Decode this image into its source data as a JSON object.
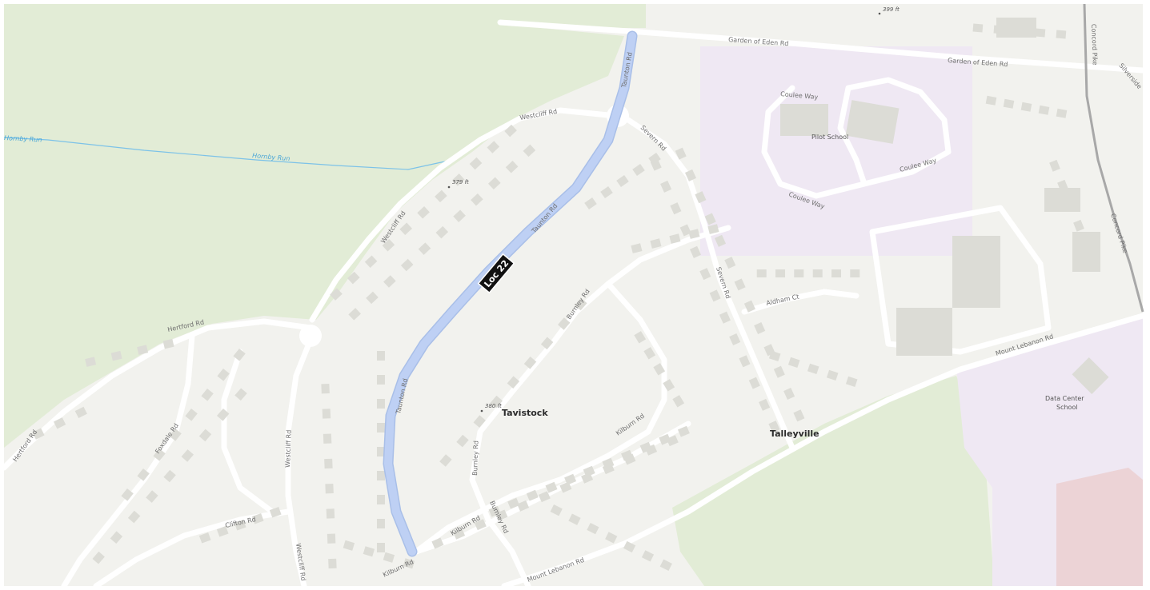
{
  "colors": {
    "land": "#f2f2ee",
    "park": "#e2ecd6",
    "school": "#efe8f3",
    "road": "#ffffff",
    "building": "#dcdcd6",
    "water": "#7cc2e8",
    "highlight": "#bed0f4",
    "major_road": "#a8a8a8",
    "commercial": "#ecd3d6"
  },
  "highlight": {
    "label": "Loc 22"
  },
  "labels": {
    "places": {
      "tavistock": "Tavistock",
      "talleyville": "Talleyville"
    },
    "pois": {
      "pilot_school": "Pilot School",
      "data_center_school_line1": "Data Center",
      "data_center_school_line2": "School"
    },
    "water": {
      "hornby_run_1": "Hornby Run",
      "hornby_run_2": "Hornby Run"
    },
    "elevations": {
      "e1": "379 ft",
      "e2": "380 ft",
      "e3": "399 ft"
    },
    "roads": {
      "garden_of_eden_1": "Garden of Eden Rd",
      "garden_of_eden_2": "Garden of Eden Rd",
      "taunton_1": "Taunton Rd",
      "taunton_2": "Taunton Rd",
      "taunton_3": "Taunton Rd",
      "westcliff_1": "Westcliff Rd",
      "westcliff_2": "Westcliff Rd",
      "westcliff_3": "Westcliff Rd",
      "westcliff_4": "Westcliff Rd",
      "severn_1": "Severn Rd",
      "severn_2": "Severn Rd",
      "coulee_1": "Coulee Way",
      "coulee_2": "Coulee Way",
      "coulee_3": "Coulee Way",
      "hertford_1": "Hertford Rd",
      "hertford_2": "Hertford Rd",
      "foxdale": "Foxdale Rd",
      "clifton": "Clifton Rd",
      "burnley_1": "Burnley Rd",
      "burnley_2": "Burnley Rd",
      "burnley_3": "Burnley Rd",
      "kilburn_1": "Kilburn Rd",
      "kilburn_2": "Kilburn Rd",
      "kilburn_3": "Kilburn Rd",
      "aldham": "Aldham Ct",
      "mount_lebanon_1": "Mount Lebanon Rd",
      "mount_lebanon_2": "Mount Lebanon Rd",
      "concord_1": "Concord Pike",
      "concord_2": "Concord Pike",
      "silverside": "Silverside"
    }
  }
}
